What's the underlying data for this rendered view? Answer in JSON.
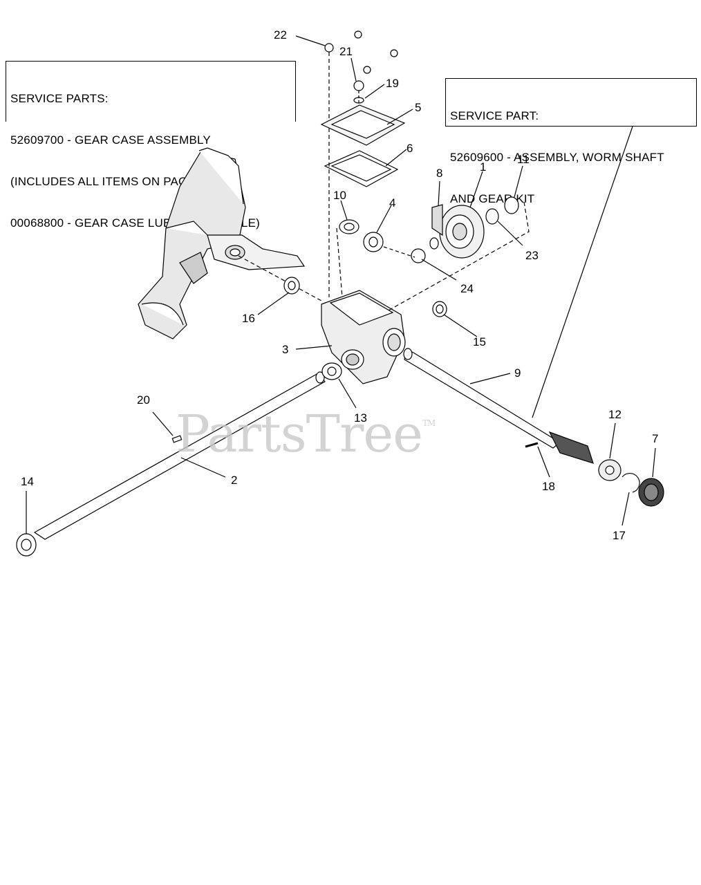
{
  "service_left": {
    "lines": [
      "SERVICE PARTS:",
      "52609700 - GEAR CASE ASSEMBLY",
      "(INCLUDES ALL ITEMS ON PAGE)",
      "00068800 - GEAR CASE LUBE (8oz BOTTLE)"
    ]
  },
  "service_right": {
    "lines": [
      "SERVICE PART:",
      "52609600 - ASSEMBLY, WORM SHAFT",
      "AND GEAR KIT"
    ]
  },
  "watermark": {
    "text": "PartsTree",
    "mark": "TM"
  },
  "callouts": {
    "c1": "1",
    "c2": "2",
    "c3": "3",
    "c4": "4",
    "c5": "5",
    "c6": "6",
    "c7": "7",
    "c8": "8",
    "c9": "9",
    "c10": "10",
    "c11": "11",
    "c12": "12",
    "c13": "13",
    "c14": "14",
    "c15": "15",
    "c16": "16",
    "c17": "17",
    "c18": "18",
    "c19": "19",
    "c20": "20",
    "c21": "21",
    "c22": "22",
    "c23": "23",
    "c24": "24"
  }
}
